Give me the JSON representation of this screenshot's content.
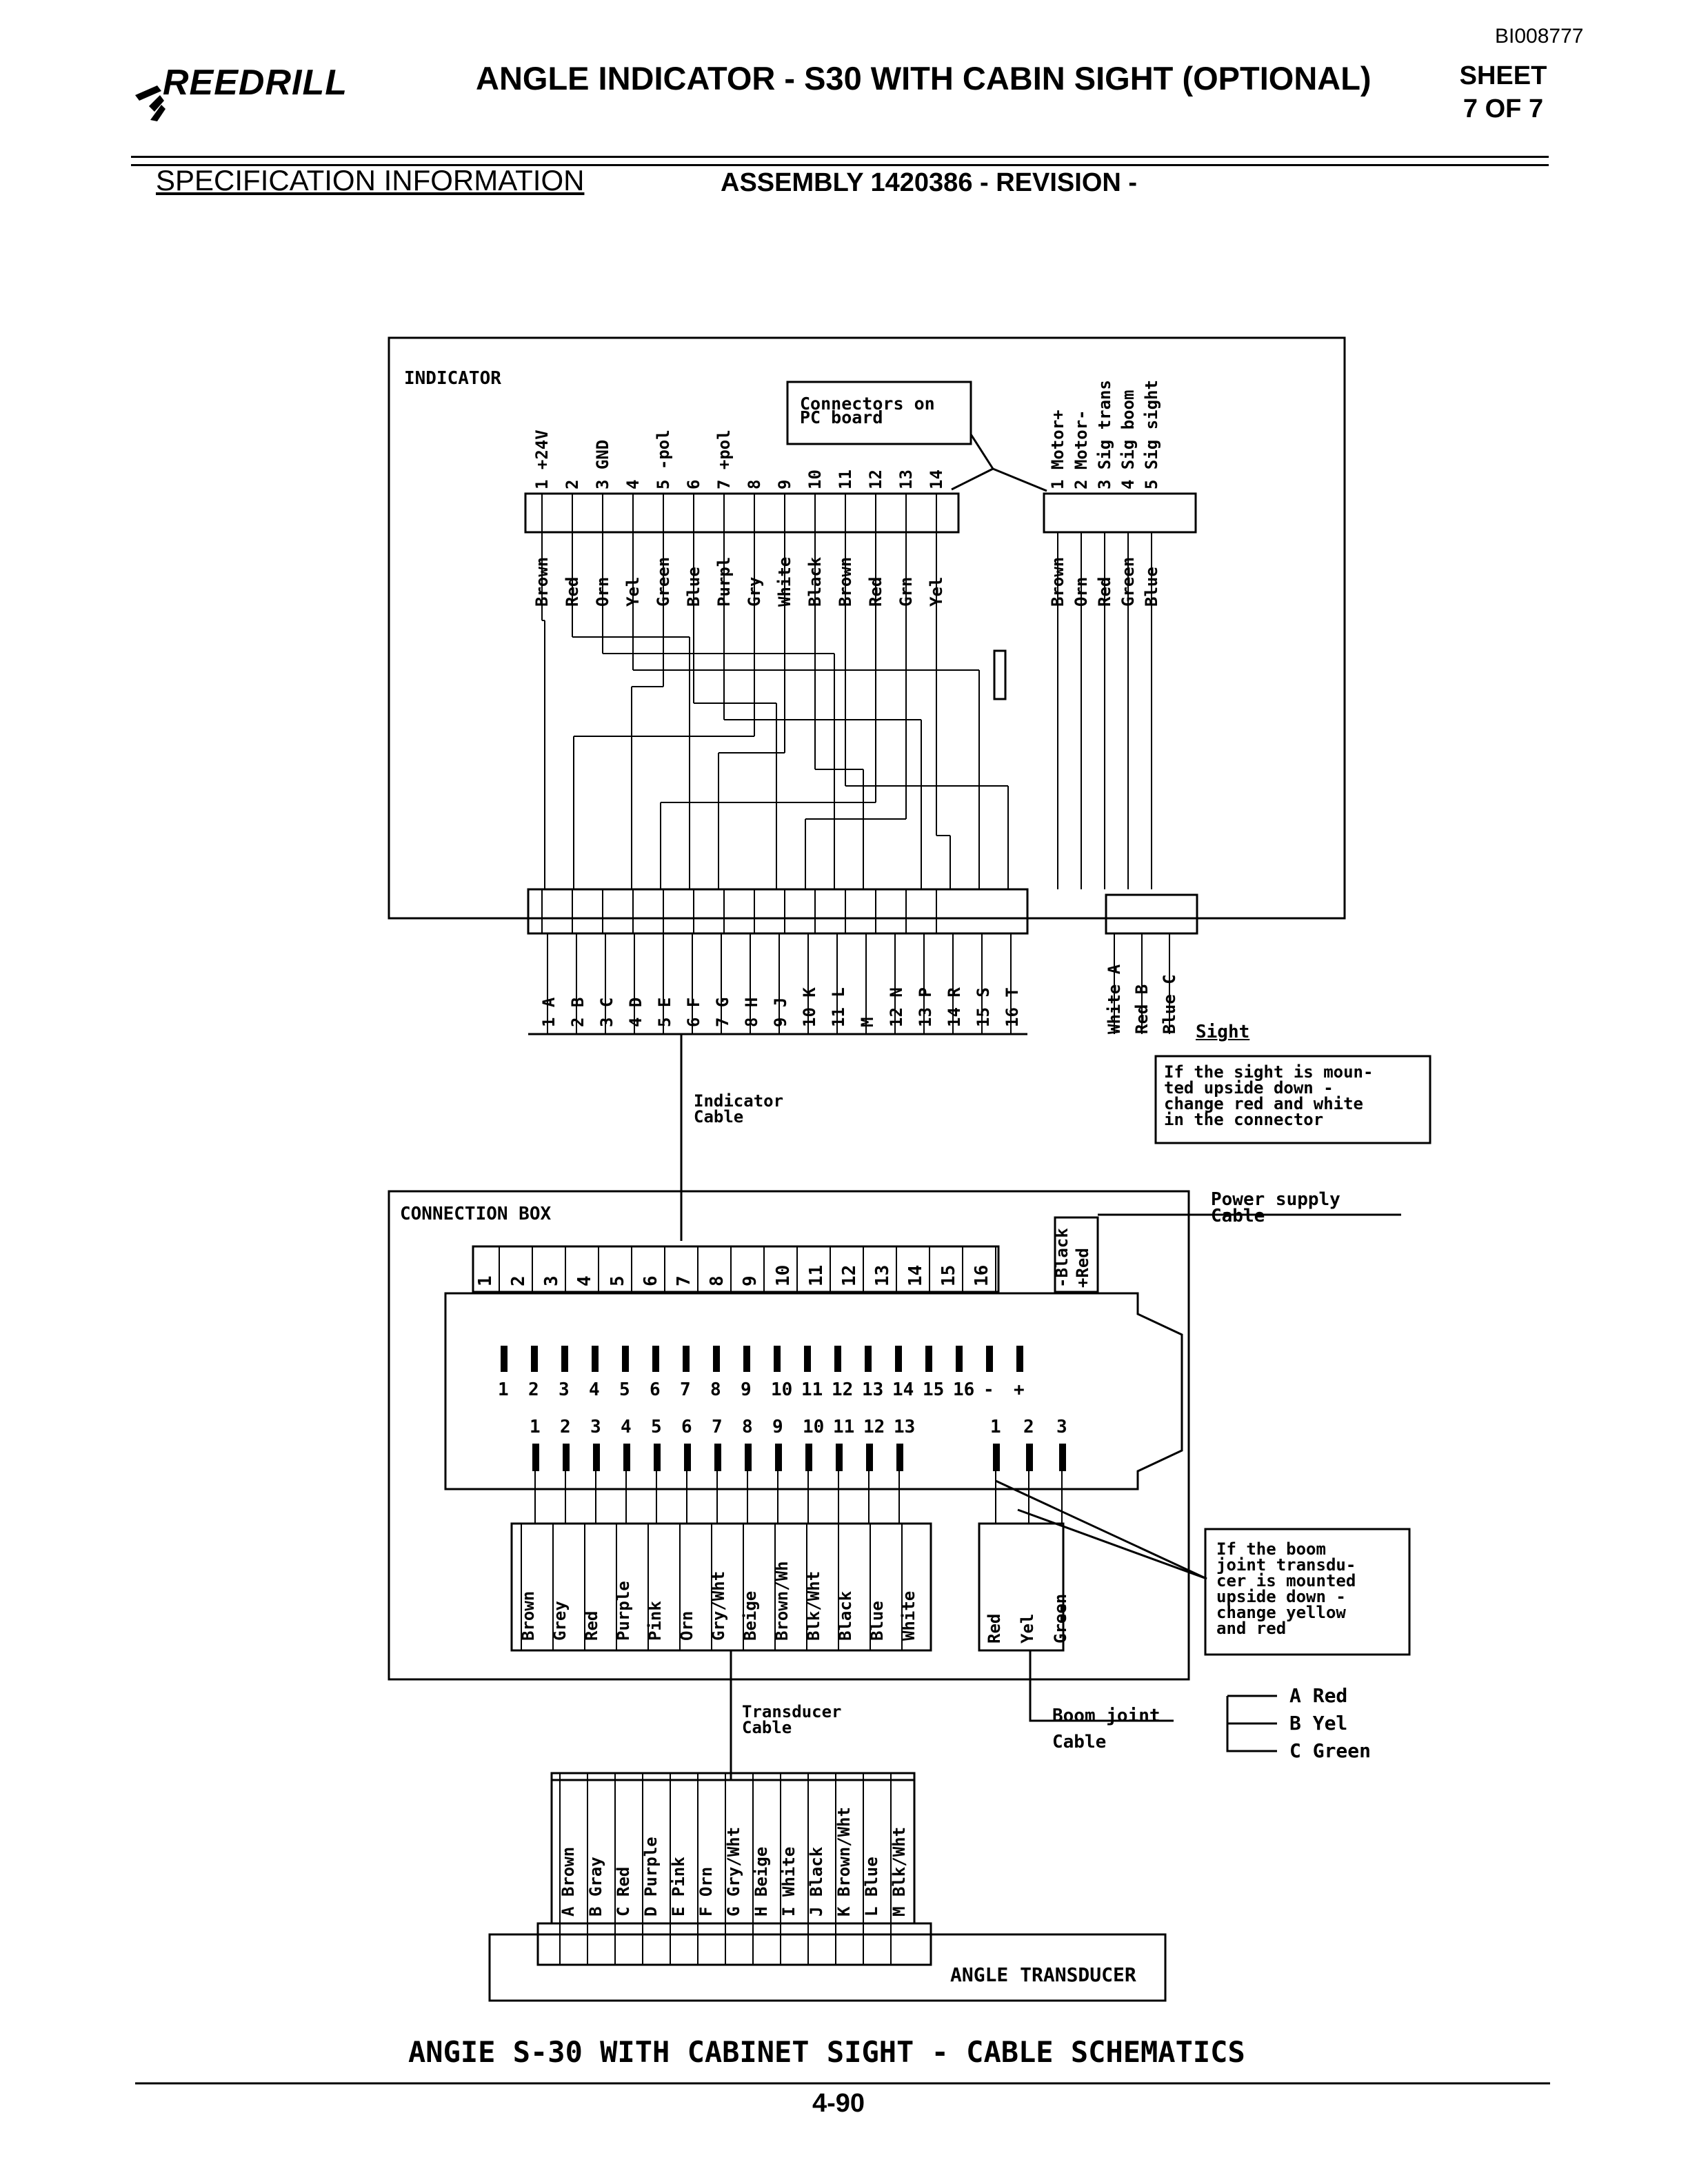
{
  "header": {
    "brand": "REEDRILL",
    "doc_id": "BI008777",
    "title": "ANGLE INDICATOR - S30 WITH CABIN SIGHT (OPTIONAL)",
    "sheet_label": "SHEET",
    "sheet_of": "7 OF 7",
    "section": "SPECIFICATION INFORMATION",
    "assembly": "ASSEMBLY 1420386 - REVISION -"
  },
  "indicator": {
    "label": "INDICATOR",
    "pcb_note": "Connectors on PC board",
    "pins_a": [
      "1 +24V",
      "2",
      "3 GND",
      "4",
      "5 -pol",
      "6",
      "7 +pol",
      "8",
      "9",
      "10",
      "11",
      "12",
      "13",
      "14"
    ],
    "pins_b": [
      "1 Motor+",
      "2 Motor-",
      "3 Sig trans",
      "4 Sig boom",
      "5 Sig sight"
    ],
    "wires_a": [
      "Brown",
      "Red",
      "Orn",
      "Yel",
      "Green",
      "Blue",
      "Purpl",
      "Gry",
      "White",
      "Black",
      "Brown",
      "Red",
      "Grn",
      "Yel"
    ],
    "wires_b": [
      "Brown",
      "Orn",
      "Red",
      "Green",
      "Blue"
    ],
    "conn_bottom": [
      "1 A",
      "2 B",
      "3 C",
      "4 D",
      "5 E",
      "6 F",
      "7 G",
      "8 H",
      "9 J",
      "10 K",
      "11 L",
      "M",
      "12 N",
      "13 P",
      "14 R",
      "15 S",
      "16 T"
    ],
    "sight_pins": [
      "White A",
      "Red B",
      "Blue C"
    ],
    "sight_label": "Sight",
    "sight_note": "If the sight is moun-\nted upside down -\nchange red and white\nin the connector",
    "cable_label": "Indicator\nCable"
  },
  "connection_box": {
    "label": "CONNECTION BOX",
    "power_cable": "Power supply\nCable",
    "top_pins": [
      "1",
      "2",
      "3",
      "4",
      "5",
      "6",
      "7",
      "8",
      "9",
      "10",
      "11",
      "12",
      "13",
      "14",
      "15",
      "16"
    ],
    "power_pins": [
      "-Black",
      "+Red"
    ],
    "term_row1": [
      "1",
      "2",
      "3",
      "4",
      "5",
      "6",
      "7",
      "8",
      "9",
      "10",
      "11",
      "12",
      "13",
      "14",
      "15",
      "16",
      "-",
      "+"
    ],
    "term_row2": [
      "1",
      "2",
      "3",
      "4",
      "5",
      "6",
      "7",
      "8",
      "9",
      "10",
      "11",
      "12",
      "13",
      "1",
      "2",
      "3"
    ],
    "wires": [
      "Brown",
      "Grey",
      "Red",
      "Purple",
      "Pink",
      "Orn",
      "Gry/Wht",
      "Beige",
      "Brown/Wh",
      "Blk/Wht",
      "Black",
      "Blue",
      "White"
    ],
    "boom_wires": [
      "Red",
      "Yel",
      "Green"
    ],
    "boom_note": "If the boom\njoint transdu-\ncer is mounted\nupside down -\nchange yellow\nand red",
    "transducer_cable": "Transducer\nCable",
    "boom_cable": "Boom joint\nCable",
    "boom_pins": [
      "A Red",
      "B Yel",
      "C Green"
    ]
  },
  "transducer": {
    "wires": [
      "A Brown",
      "B Gray",
      "C Red",
      "D Purple",
      "E Pink",
      "F Orn",
      "G Gry/Wht",
      "H Beige",
      "I White",
      "J Black",
      "K Brown/Wht",
      "L Blue",
      "M Blk/Wht"
    ],
    "label": "ANGLE TRANSDUCER"
  },
  "footer": {
    "caption": "ANGIE S-30 WITH CABINET SIGHT - CABLE SCHEMATICS",
    "page": "4-90"
  }
}
